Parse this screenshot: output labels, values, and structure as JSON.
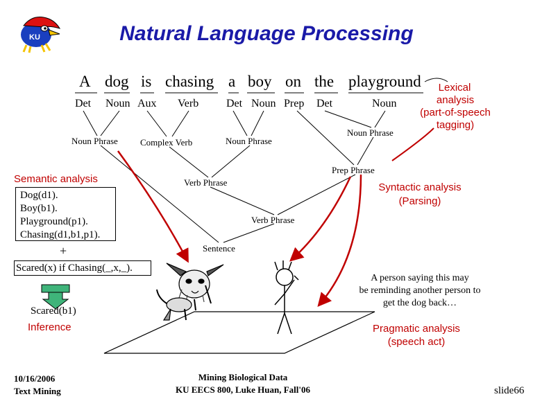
{
  "title": "Natural Language Processing",
  "sentence": [
    "A",
    "dog",
    "is",
    "chasing",
    "a",
    "boy",
    "on",
    "the",
    "playground"
  ],
  "pos_tags": [
    "Det",
    "Noun",
    "Aux",
    "Verb",
    "Det",
    "Noun",
    "Prep",
    "Det",
    "Noun"
  ],
  "phrases": {
    "np1": "Noun Phrase",
    "complex_verb": "Complex Verb",
    "np2": "Noun Phrase",
    "np3": "Noun Phrase",
    "prep_phrase": "Prep Phrase",
    "verb_phrase1": "Verb Phrase",
    "verb_phrase2": "Verb Phrase",
    "sentence": "Sentence"
  },
  "lexical": {
    "line1": "Lexical",
    "line2": "analysis",
    "line3": "(part-of-speech",
    "line4": "tagging)"
  },
  "syntactic": {
    "line1": "Syntactic analysis",
    "line2": "(Parsing)"
  },
  "semantic": {
    "label": "Semantic analysis",
    "facts": [
      "Dog(d1).",
      "Boy(b1).",
      "Playground(p1).",
      "Chasing(d1,b1,p1)."
    ],
    "plus": "+",
    "rule": "Scared(x) if Chasing(_,x,_).",
    "conclusion": "Scared(b1)",
    "inference": "Inference"
  },
  "pragmatic": {
    "text1": "A person saying this may",
    "text2": "be reminding another person to",
    "text3": "get the dog back…",
    "label1": "Pragmatic analysis",
    "label2": "(speech act)"
  },
  "footer": {
    "date": "10/16/2006",
    "course_left": "Text Mining",
    "center1": "Mining Biological Data",
    "center2": "KU EECS 800, Luke Huan, Fall'06",
    "slide": "slide66"
  },
  "logo_text": "KU",
  "colors": {
    "title": "#1a1aa8",
    "red": "#c00000",
    "arrow": "#c00000"
  }
}
